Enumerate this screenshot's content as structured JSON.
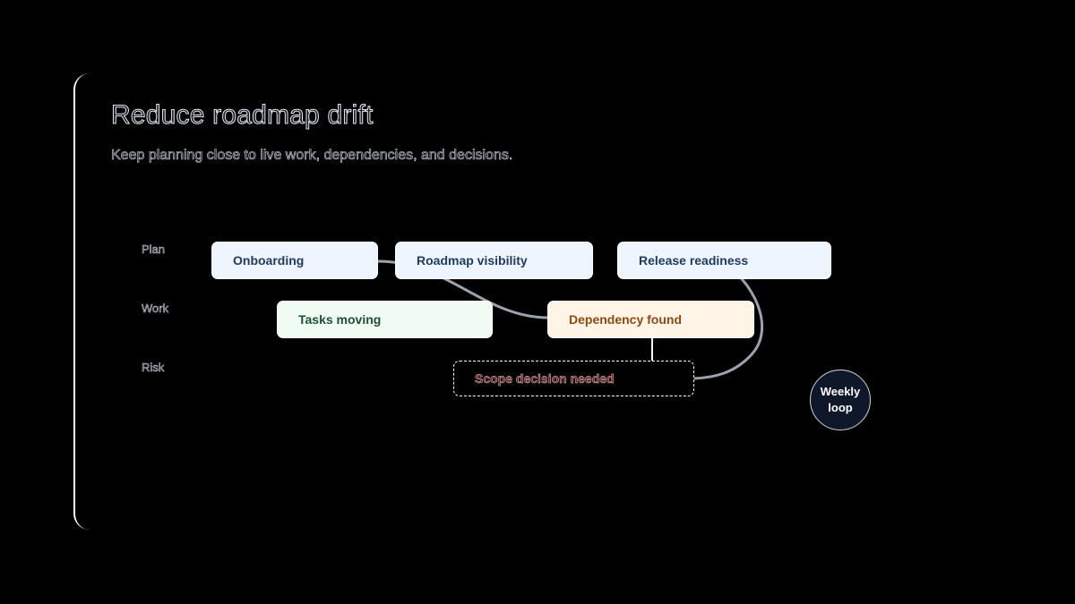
{
  "header": {
    "title": "Reduce roadmap drift",
    "subtitle": "Keep planning close to live work, dependencies, and decisions."
  },
  "lanes": {
    "plan": "Plan",
    "work": "Work",
    "risk": "Risk"
  },
  "cards": {
    "onboarding": "Onboarding",
    "roadmap_visibility": "Roadmap visibility",
    "release_readiness": "Release readiness",
    "tasks_moving": "Tasks moving",
    "dependency_found": "Dependency found",
    "scope_decision": "Scope decision needed"
  },
  "loop": {
    "line1": "Weekly",
    "line2": "loop"
  },
  "colors": {
    "plan_fill": "#eef5ff",
    "work_fill": "#effbf3",
    "dependency_fill": "#fff4e6",
    "loop_fill": "#0f172a",
    "connector": "#9ca3af"
  }
}
